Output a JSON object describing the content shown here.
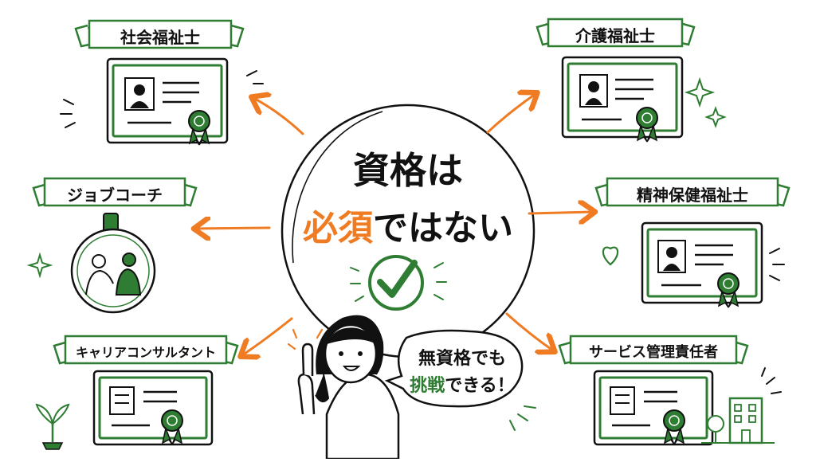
{
  "center": {
    "line1": "資格は",
    "line2_accent": "必須",
    "line2_rest": "ではない"
  },
  "speech": {
    "line1": "無資格でも",
    "line2_accent": "挑戦",
    "line2_rest": "できる！"
  },
  "qualifications": {
    "social_welfare": "社会福祉士",
    "care_welfare": "介護福祉士",
    "job_coach": "ジョブコーチ",
    "mental_health": "精神保健福祉士",
    "career_consultant": "キャリアコンサルタント",
    "service_manager": "サービス管理責任者"
  },
  "colors": {
    "green": "#2e7d32",
    "orange": "#ef7b22",
    "ink": "#111111"
  }
}
